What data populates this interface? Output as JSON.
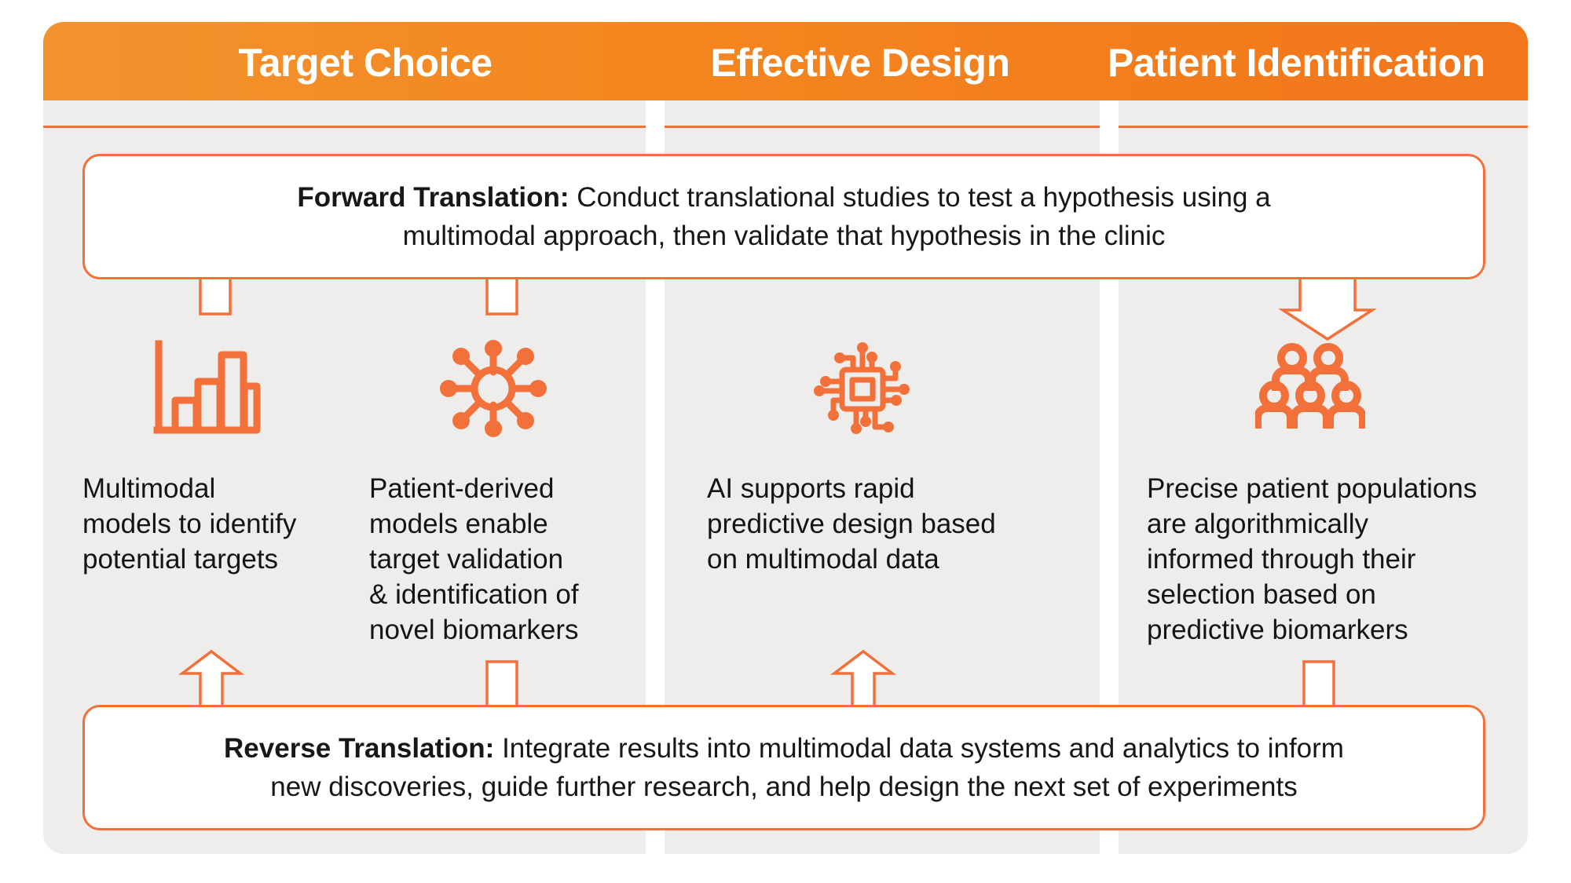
{
  "theme": {
    "panel_bg": "#eeedeb",
    "accent_orange": "#f2703a",
    "header_gradient_start": "#f2932e",
    "header_gradient_end": "#f2761b",
    "text_color": "#141414",
    "box_bg": "#ffffff"
  },
  "header": {
    "columns": [
      {
        "label": "Target Choice"
      },
      {
        "label": "Effective Design"
      },
      {
        "label": "Patient Identification"
      }
    ]
  },
  "forward_translation": {
    "label": "Forward Translation:",
    "line1_rest": " Conduct translational studies to test a hypothesis using a",
    "line2": "multimodal approach, then validate that hypothesis in the clinic"
  },
  "reverse_translation": {
    "label": "Reverse Translation:",
    "line1_rest": " Integrate results into multimodal data systems and analytics to inform",
    "line2": "new discoveries, guide further research, and help design the next set of experiments"
  },
  "items": [
    {
      "icon": "bar-chart-icon",
      "lines": [
        "Multimodal",
        "models to identify",
        "potential targets"
      ]
    },
    {
      "icon": "molecule-hub-icon",
      "lines": [
        "Patient-derived",
        "models enable",
        "target validation",
        "& identification of",
        "novel biomarkers"
      ]
    },
    {
      "icon": "ai-chip-icon",
      "lines": [
        "AI supports rapid",
        "predictive design based",
        "on multimodal data"
      ]
    },
    {
      "icon": "people-group-icon",
      "lines": [
        "Precise patient populations",
        "are algorithmically",
        "informed through their",
        "selection based on",
        "predictive biomarkers"
      ]
    }
  ],
  "connectors": {
    "top": [
      {
        "target": "item-0",
        "style": "stub"
      },
      {
        "target": "item-1",
        "style": "stub"
      },
      {
        "target": "item-3",
        "style": "arrow-down"
      }
    ],
    "bottom": [
      {
        "target": "item-0",
        "style": "arrow-up"
      },
      {
        "target": "item-1",
        "style": "stub"
      },
      {
        "target": "item-2",
        "style": "arrow-up"
      },
      {
        "target": "item-3",
        "style": "stub"
      }
    ]
  }
}
